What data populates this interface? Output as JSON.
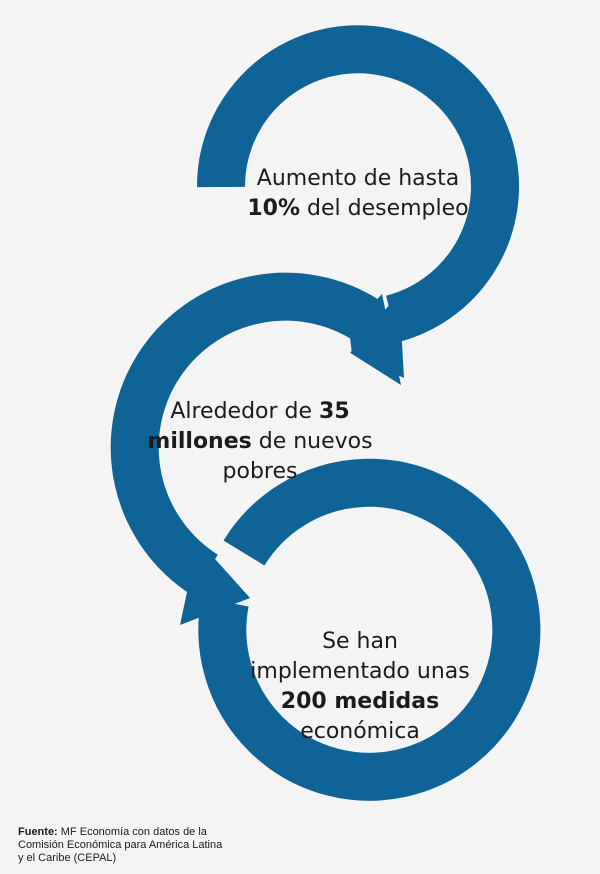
{
  "colors": {
    "arrow": "#0f6396",
    "background": "#f4f4f4",
    "text": "#1c1c1c"
  },
  "steps": [
    {
      "line1": "Aumento de hasta",
      "bold": "10%",
      "after": " del desempleo"
    },
    {
      "before": "Alrededor de ",
      "bold1": "35",
      "bold2": "millones",
      "after": " de nuevos",
      "line3": "pobres"
    },
    {
      "line1": "Se han",
      "line2": "implementado unas",
      "bold": "200 medidas",
      "line4": "económica"
    }
  ],
  "source": {
    "label": "Fuente:",
    "text": " MF Economía con datos de la Comisión Económica para América Latina y el Caribe (CEPAL)"
  }
}
